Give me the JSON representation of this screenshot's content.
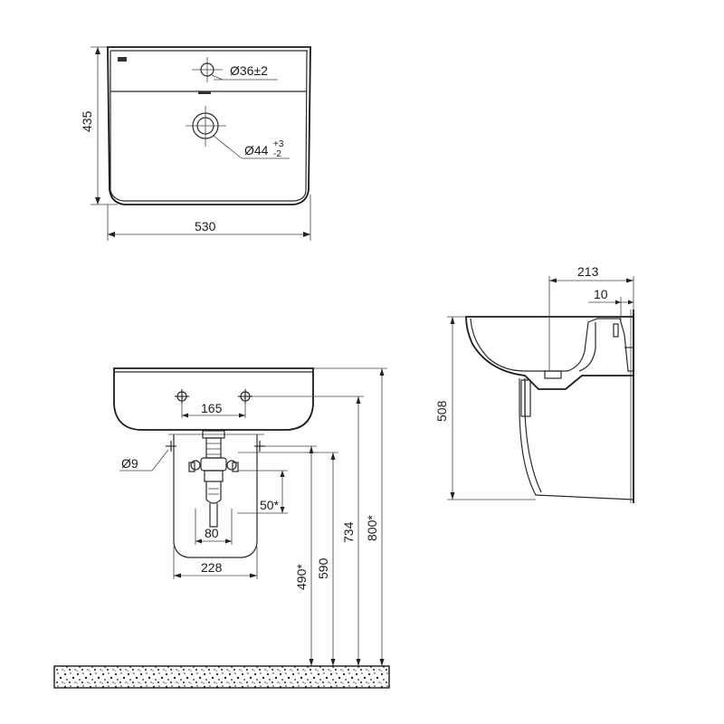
{
  "top_view": {
    "height_label": "435",
    "width_label": "530",
    "hole_small_label": "Ø36±2",
    "hole_large_label_main": "Ø44",
    "hole_large_tol_upper": "+3",
    "hole_large_tol_lower": "-2"
  },
  "front_view": {
    "bracket_spacing_label": "165",
    "bolt_diameter_label": "Ø9",
    "trap_offset_label": "50*",
    "trap_width_label": "80",
    "pedestal_width_label": "228",
    "height_490_label": "490*",
    "height_590_label": "590",
    "height_734_label": "734",
    "height_800_label": "800*"
  },
  "side_view": {
    "depth_label": "213",
    "rim_label": "10",
    "height_label": "508"
  }
}
